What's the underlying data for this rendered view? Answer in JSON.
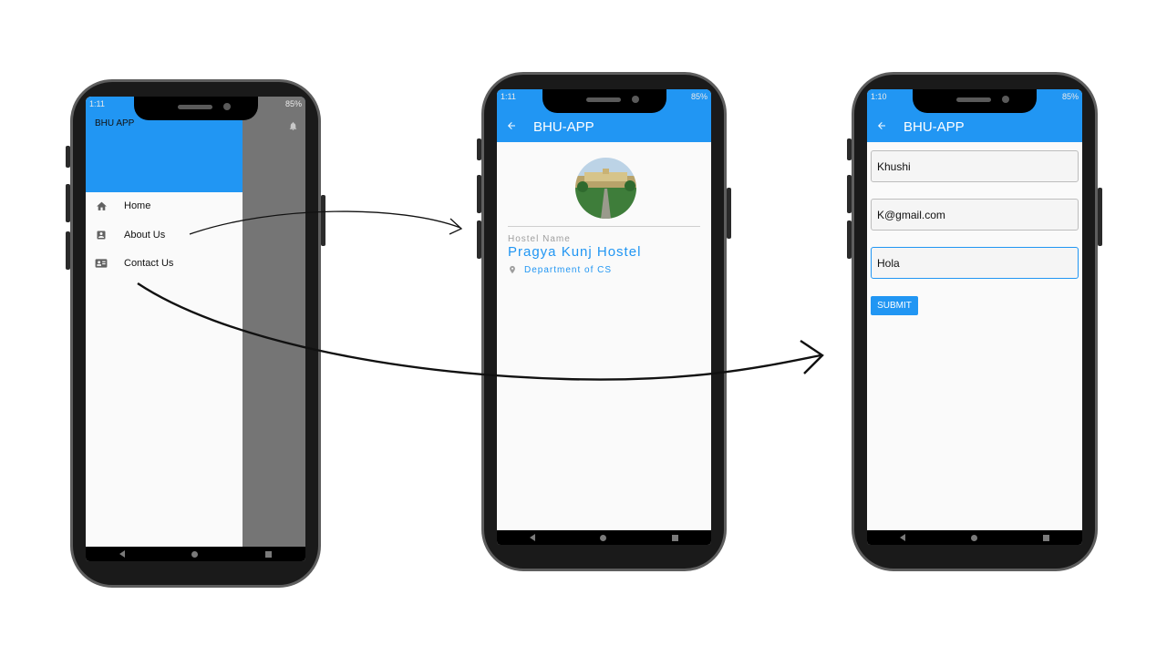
{
  "phone1": {
    "status": {
      "time": "1:11",
      "right": "85%"
    },
    "drawer": {
      "title": "BHU APP",
      "items": [
        {
          "label": "Home",
          "icon": "home-icon"
        },
        {
          "label": "About Us",
          "icon": "account-box-icon"
        },
        {
          "label": "Contact Us",
          "icon": "contact-card-icon"
        }
      ]
    },
    "icons": {
      "bell": "bell-icon"
    }
  },
  "phone2": {
    "status": {
      "time": "1:11",
      "right": "85%"
    },
    "appbar": {
      "title": "BHU-APP"
    },
    "hostel_label": "Hostel Name",
    "hostel_name": "Pragya Kunj Hostel",
    "department": "Department of CS",
    "icons": {
      "back": "back-arrow-icon",
      "pin": "location-pin-icon"
    }
  },
  "phone3": {
    "status": {
      "time": "1:10",
      "right": "85%"
    },
    "appbar": {
      "title": "BHU-APP"
    },
    "form": {
      "name": "Khushi",
      "email": "K@gmail.com",
      "message": "Hola",
      "submit_label": "SUBMIT"
    }
  },
  "colors": {
    "primary": "#2196F3",
    "scrim": "#757575"
  }
}
